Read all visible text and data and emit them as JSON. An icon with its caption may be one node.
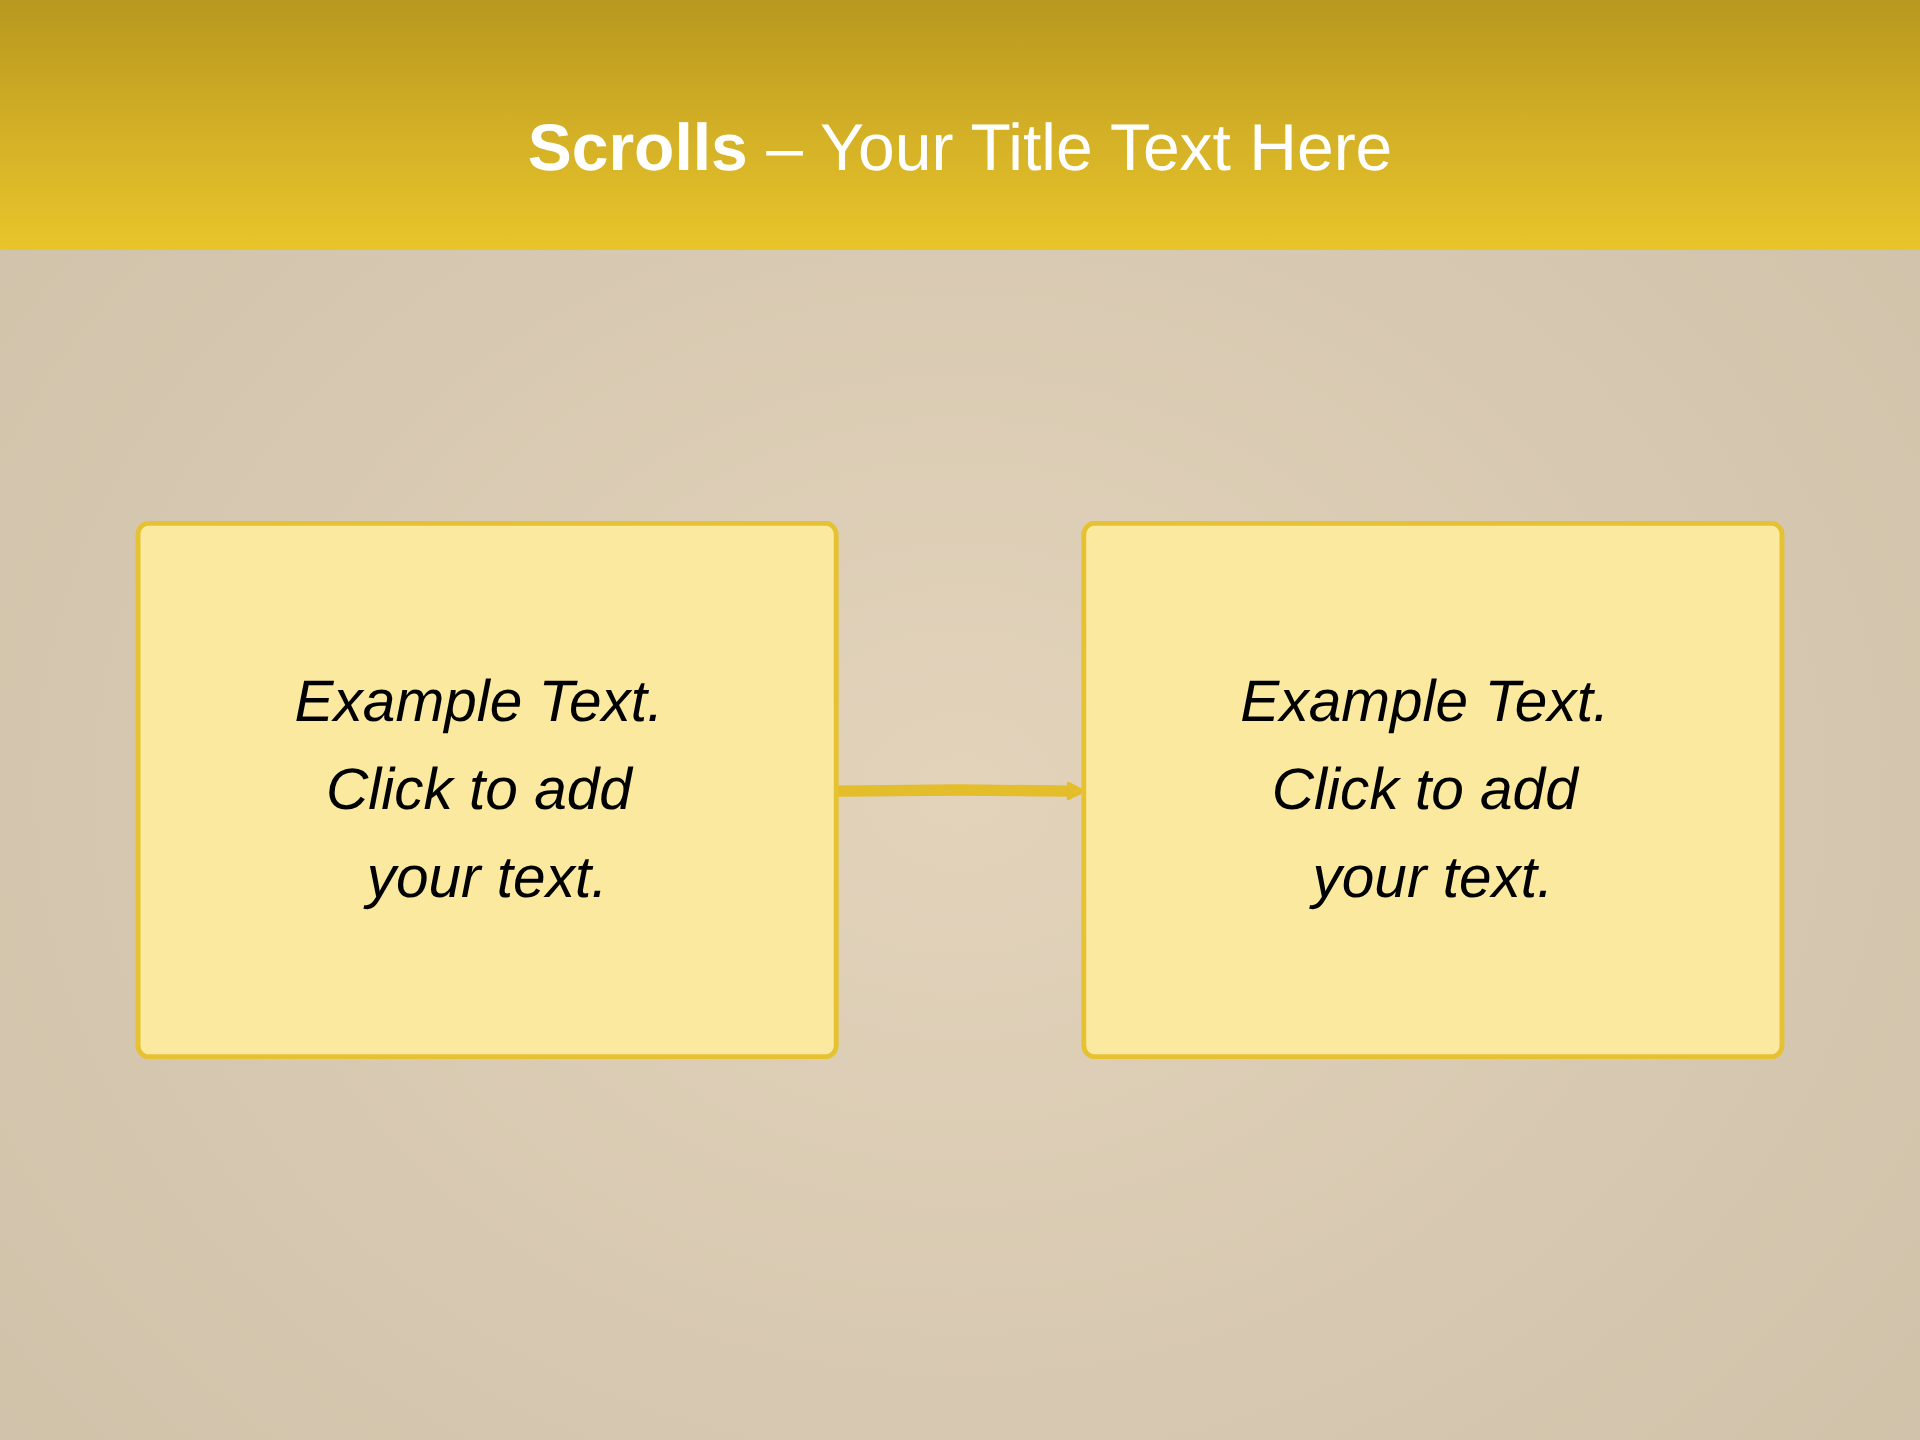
{
  "diagram": {
    "title": "**Scrolls** – Your Title Text Here",
    "nodes": [
      {
        "text": [
          "Example Text. Click to add your text."
        ]
      },
      {
        "text": [
          "Example Text. Click to add your text."
        ]
      }
    ],
    "edges": [
      {
        "from": 0,
        "to": 1,
        "arrow": "to"
      }
    ]
  }
}
